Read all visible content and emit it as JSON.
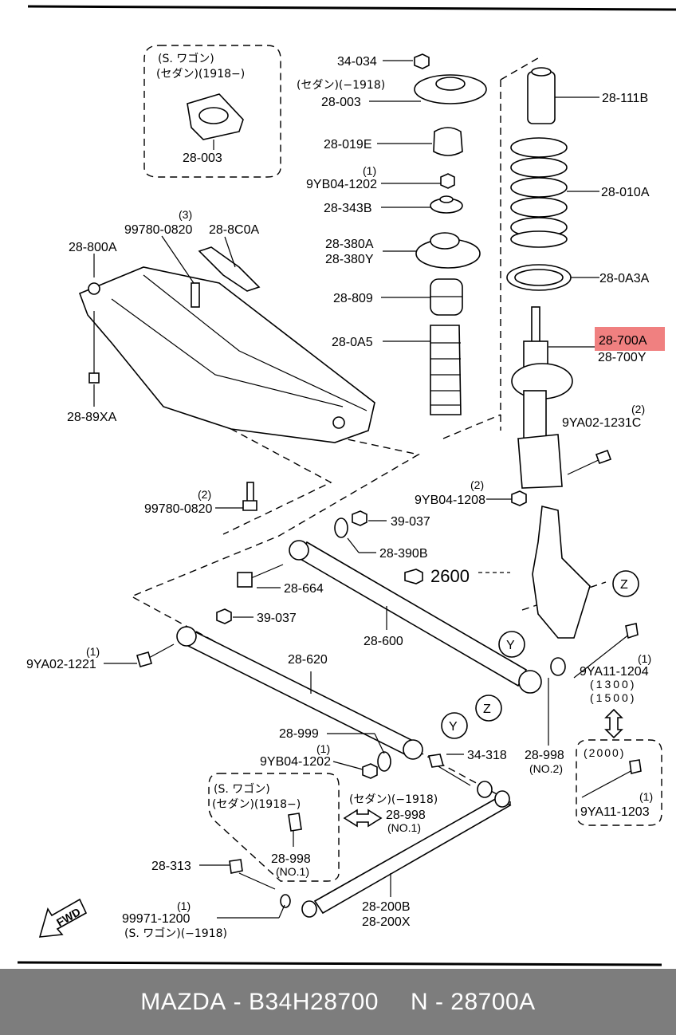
{
  "labels": {
    "l34034": "34-034",
    "lsedan1918a": "(セダン)(−1918)",
    "l28003a": "28-003",
    "l28019e": "28-019E",
    "lq1a": "(1)",
    "l9yb041202a": "9YB04-1202",
    "l28343b": "28-343B",
    "l28380a": "28-380A",
    "l28380y": "28-380Y",
    "l28809": "28-809",
    "l280a5": "28-0A5",
    "l28111b": "28-111B",
    "l28010a": "28-010A",
    "l280a3a": "28-0A3A",
    "l28700a": "28-700A",
    "l28700y": "28-700Y",
    "lq2a": "(2)",
    "l9ya021231c": "9YA02-1231C",
    "lq2b": "(2)",
    "l9yb041208": "9YB04-1208",
    "lswagon": "(S. ワゴン)",
    "lsedan1918b": "(セダン)(1918−)",
    "l28003b": "28-003",
    "lq3": "(3)",
    "l99780a": "99780-0820",
    "l288c0a": "28-8C0A",
    "l28800a": "28-800A",
    "l2889xa": "28-89XA",
    "lq2c": "(2)",
    "l99780b": "99780-0820",
    "l39037a": "39-037",
    "l28390b": "28-390B",
    "l2600": "2600",
    "l28664": "28-664",
    "l39037b": "39-037",
    "l28600": "28-600",
    "lq1b": "(1)",
    "l9ya021221": "9YA02-1221",
    "l28620": "28-620",
    "lzc1": "Z",
    "lyc1": "Y",
    "lq1c": "(1)",
    "l9ya111204": "9YA11-1204",
    "l1300": "(1300)",
    "l1500": "(1500)",
    "lzc2": "Z",
    "lyc2": "Y",
    "l28999": "28-999",
    "lq1d": "(1)",
    "l9yb041202b": "9YB04-1202",
    "l34318": "34-318",
    "l28998no2": "28-998",
    "lno2": "(NO.2)",
    "l2000": "(2000)",
    "lq1e": "(1)",
    "l9ya111203": "9YA11-1203",
    "lswagon2": "(S. ワゴン)",
    "lsedan1918c": "(セダン)(1918−)",
    "l28998a": "28-998",
    "lno1a": "(NO.1)",
    "lsedan1918d": "(セダン)(−1918)",
    "l28998b": "28-998",
    "lno1b": "(NO.1)",
    "l28313": "28-313",
    "lq1f": "(1)",
    "l999711200": "99971-1200",
    "lswagon1918": "(S. ワゴン)(−1918)",
    "l28200b": "28-200B",
    "l28200x": "28-200X",
    "lfwd": "FWD"
  },
  "highlight_color": "#f08080",
  "footer": {
    "brand": "MAZDA",
    "part_number": "B34H28700",
    "ref": "N - 28700A",
    "sep": " - "
  }
}
